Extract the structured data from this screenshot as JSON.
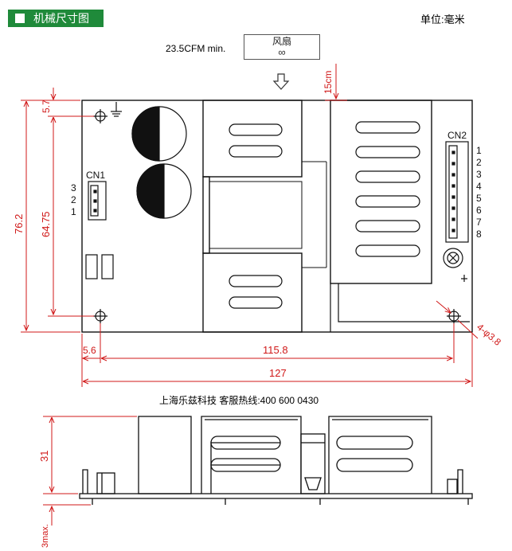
{
  "header": {
    "title": "机械尺寸图"
  },
  "unit_label": "单位:毫米",
  "fan": {
    "label": "风扇",
    "icon": "fan-icon",
    "airflow": "23.5CFM min."
  },
  "company_line": "上海乐兹科技 客服热线:400 600 0430",
  "connectors": {
    "cn1": {
      "name": "CN1",
      "pins": [
        "3",
        "2",
        "1"
      ]
    },
    "cn2": {
      "name": "CN2",
      "pins": [
        "1",
        "2",
        "3",
        "4",
        "5",
        "6",
        "7",
        "8"
      ]
    }
  },
  "dimensions": {
    "fan_clearance": "15cm",
    "top_hole_offset": "5.7",
    "board_height": "76.2",
    "hole_spacing_v": "64.75",
    "left_hole_offset": "5.6",
    "hole_spacing_h": "115.8",
    "board_length": "127",
    "mount_holes": "4-φ3.8",
    "component_height": "31",
    "lead_length": "3max."
  },
  "colors": {
    "dimension": "#d01818",
    "outline": "#111111",
    "header_bg": "#1f8a3a"
  }
}
